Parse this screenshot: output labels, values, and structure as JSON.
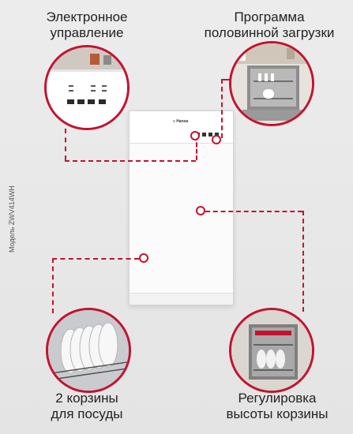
{
  "features": {
    "top_left": {
      "line1": "Электронное",
      "line2": "управление"
    },
    "top_right": {
      "line1": "Программа",
      "line2": "половинной загрузки"
    },
    "bottom_left": {
      "line1": "2 корзины",
      "line2": "для посуды"
    },
    "bottom_right": {
      "line1": "Регулировка",
      "line2": "высоты корзины"
    }
  },
  "model_label": "Модель ZWV414WH",
  "accent_color": "#c41230"
}
